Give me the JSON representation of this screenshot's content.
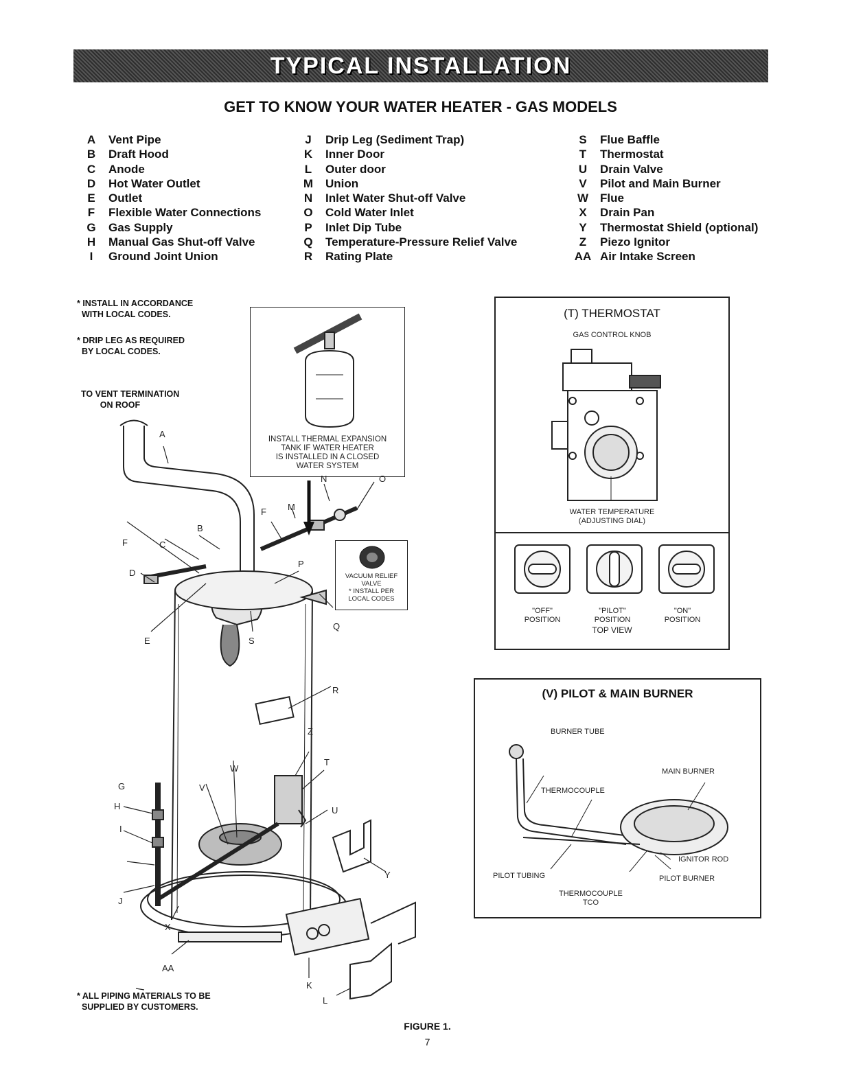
{
  "header": {
    "banner": "TYPICAL INSTALLATION",
    "subtitle": "GET TO KNOW YOUR WATER HEATER - GAS MODELS"
  },
  "legend": {
    "col1": [
      {
        "key": "A",
        "label": "Vent Pipe"
      },
      {
        "key": "B",
        "label": "Draft Hood"
      },
      {
        "key": "C",
        "label": "Anode"
      },
      {
        "key": "D",
        "label": "Hot Water Outlet"
      },
      {
        "key": "E",
        "label": "Outlet"
      },
      {
        "key": "F",
        "label": "Flexible Water Connections"
      },
      {
        "key": "G",
        "label": "Gas Supply"
      },
      {
        "key": "H",
        "label": "Manual Gas Shut-off Valve"
      },
      {
        "key": "I",
        "label": "Ground Joint Union"
      }
    ],
    "col2": [
      {
        "key": "J",
        "label": "Drip Leg (Sediment Trap)"
      },
      {
        "key": "K",
        "label": "Inner Door"
      },
      {
        "key": "L",
        "label": "Outer door"
      },
      {
        "key": "M",
        "label": "Union"
      },
      {
        "key": "N",
        "label": "Inlet Water Shut-off Valve"
      },
      {
        "key": "O",
        "label": "Cold Water Inlet"
      },
      {
        "key": "P",
        "label": "Inlet Dip Tube"
      },
      {
        "key": "Q",
        "label": "Temperature-Pressure Relief Valve"
      },
      {
        "key": "R",
        "label": "Rating Plate"
      }
    ],
    "col3": [
      {
        "key": "S",
        "label": "Flue Baffle"
      },
      {
        "key": "T",
        "label": "Thermostat"
      },
      {
        "key": "U",
        "label": "Drain Valve"
      },
      {
        "key": "V",
        "label": "Pilot and Main Burner"
      },
      {
        "key": "W",
        "label": "Flue"
      },
      {
        "key": "X",
        "label": "Drain Pan"
      },
      {
        "key": "Y",
        "label": "Thermostat Shield (optional)"
      },
      {
        "key": "Z",
        "label": "Piezo Ignitor"
      },
      {
        "key": "AA",
        "label": "Air Intake Screen"
      }
    ]
  },
  "notes": {
    "install": "* INSTALL IN ACCORDANCE\n  WITH LOCAL CODES.",
    "drip": "* DRIP LEG AS REQUIRED\n  BY LOCAL CODES.",
    "vent": "TO VENT TERMINATION\n        ON ROOF",
    "piping": "* ALL PIPING MATERIALS TO BE\n  SUPPLIED BY CUSTOMERS."
  },
  "expansion_tank": {
    "caption": "INSTALL THERMAL EXPANSION\nTANK IF WATER HEATER\nIS INSTALLED IN A CLOSED\nWATER SYSTEM"
  },
  "vacuum_valve": {
    "caption": "VACUUM RELIEF\nVALVE\n* INSTALL PER\nLOCAL CODES"
  },
  "diagram_labels": {
    "A": "A",
    "B": "B",
    "C": "C",
    "D": "D",
    "E": "E",
    "F1": "F",
    "F2": "F",
    "G": "G",
    "H": "H",
    "I": "I",
    "J": "J",
    "K": "K",
    "L": "L",
    "M": "M",
    "N": "N",
    "O": "O",
    "P": "P",
    "Q": "Q",
    "R": "R",
    "S": "S",
    "T": "T",
    "U": "U",
    "V": "V",
    "W": "W",
    "X": "X",
    "Y": "Y",
    "Z": "Z",
    "AA": "AA"
  },
  "thermostat_box": {
    "title": "(T) THERMOSTAT",
    "gas_control_knob": "GAS CONTROL KNOB",
    "water_temperature": "WATER TEMPERATURE\n(ADJUSTING DIAL)",
    "positions": [
      "\"OFF\"\nPOSITION",
      "\"PILOT\"\nPOSITION",
      "\"ON\"\nPOSITION"
    ],
    "top_view": "TOP VIEW"
  },
  "burner_box": {
    "title": "(V) PILOT & MAIN BURNER",
    "burner_tube": "BURNER TUBE",
    "main_burner": "MAIN BURNER",
    "thermocouple": "THERMOCOUPLE",
    "ignitor_rod": "IGNITOR ROD",
    "pilot_tubing": "PILOT TUBING",
    "pilot_burner": "PILOT BURNER",
    "thermocouple_tco": "THERMOCOUPLE\nTCO"
  },
  "footer": {
    "figure": "FIGURE 1.",
    "page": "7"
  }
}
